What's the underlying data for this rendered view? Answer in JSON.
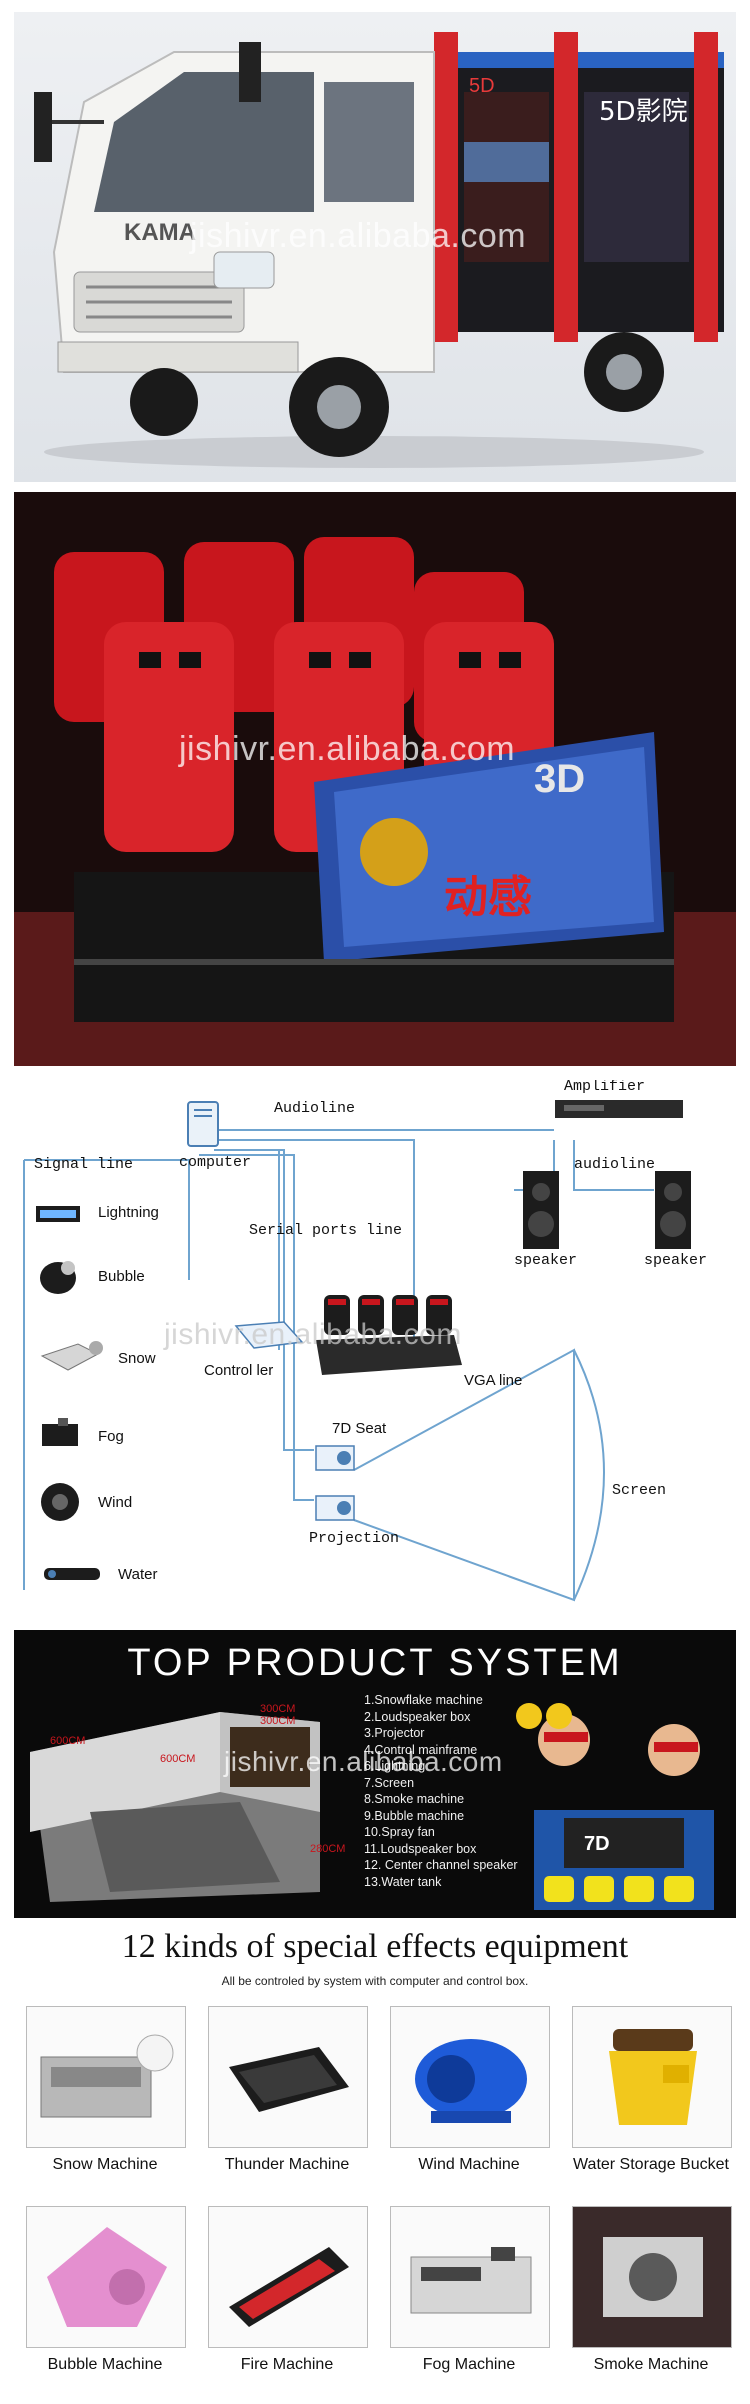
{
  "watermark": "jishivr.en.alibaba.com",
  "panel1": {
    "truck_logo": "KAMA",
    "sign_text": "5D影院",
    "sign_text_small": "5D"
  },
  "panel2": {
    "banner_3d": "3D",
    "banner_text": "动感"
  },
  "diagram": {
    "signal_line": "Signal line",
    "computer": "computer",
    "audioline_top": "Audioline",
    "amplifier": "Amplifier",
    "audioline": "audioline",
    "speaker_left": "speaker",
    "speaker_right": "speaker",
    "serial_ports_line": "Serial ports line",
    "controller": "Control ler",
    "seat": "7D Seat",
    "vga_line": "VGA line",
    "screen": "Screen",
    "projection": "Projection",
    "effects": [
      "Lightning",
      "Bubble",
      "Snow",
      "Fog",
      "Wind",
      "Water"
    ]
  },
  "top_product": {
    "title": "TOP PRODUCT SYSTEM",
    "dim_a": "600CM",
    "dim_b": "300CM",
    "dim_c": "300CM",
    "dim_d": "600CM",
    "dim_e": "280CM",
    "list": [
      "1.Snowflake machine",
      "2.Loudspeaker box",
      "3.Projector",
      "4.Control mainframe",
      "6.Lightning",
      "7.Screen",
      "8.Smoke machine",
      "9.Bubble machine",
      "10.Spray fan",
      "11.Loudspeaker box",
      "12. Center channel speaker",
      "13.Water tank"
    ],
    "screen_text": "7D"
  },
  "effects_section": {
    "title": "12 kinds of special effects equipment",
    "subtitle": "All be controled by system with computer and control box.",
    "items": [
      {
        "label": "Snow Machine"
      },
      {
        "label": "Thunder Machine"
      },
      {
        "label": "Wind Machine"
      },
      {
        "label": "Water Storage Bucket"
      },
      {
        "label": "Bubble Machine"
      },
      {
        "label": "Fire Machine"
      },
      {
        "label": "Fog Machine"
      },
      {
        "label": "Smoke Machine"
      }
    ]
  },
  "colors": {
    "truck_red": "#d3272b",
    "seat_red": "#c8161d",
    "wind_blue": "#1e5bd8",
    "bucket_yellow": "#f2c81c",
    "bubble_pink": "#e48fcf"
  }
}
